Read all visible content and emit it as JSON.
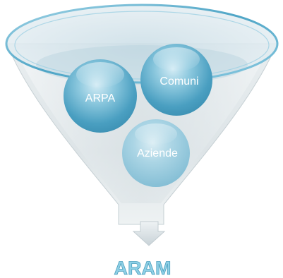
{
  "funnel": {
    "inputs": [
      {
        "label": "ARPA"
      },
      {
        "label": "Comuni"
      },
      {
        "label": "Aziende"
      }
    ],
    "output": {
      "label": "ARAM"
    }
  },
  "colors": {
    "bubble_light": "#cfe9f3",
    "bubble_mid": "#6fb7d2",
    "bubble_dark": "#2f88ad",
    "funnel_rim": "#6ab4d0",
    "funnel_fill": "#d8e2e6",
    "output_text": "#8fd0e6"
  }
}
